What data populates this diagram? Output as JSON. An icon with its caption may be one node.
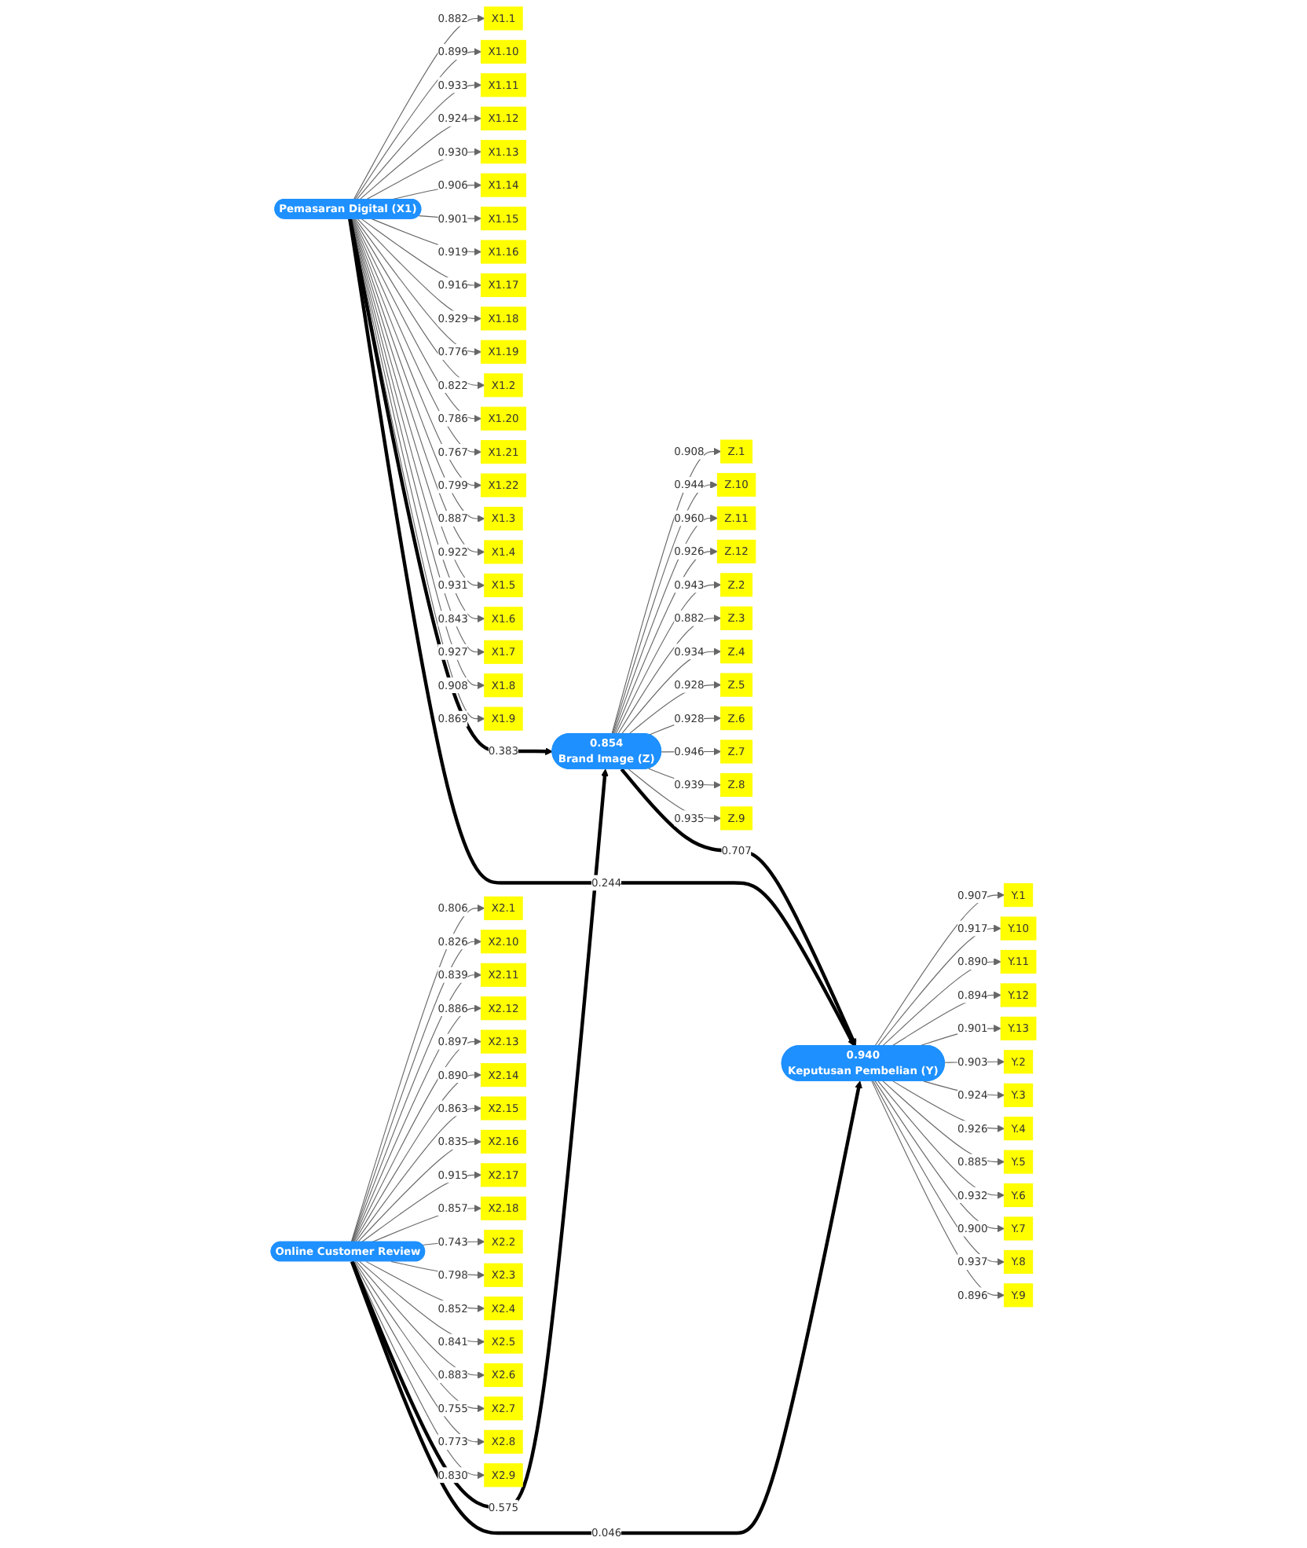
{
  "diagram": {
    "nodes": [
      {
        "text": [
          "Pemasaran Digital (X1)"
        ]
      },
      {
        "text": [
          "X1.1"
        ]
      },
      {
        "text": [
          "X1.10"
        ]
      },
      {
        "text": [
          "X1.11"
        ]
      },
      {
        "text": [
          "X1.12"
        ]
      },
      {
        "text": [
          "X1.13"
        ]
      },
      {
        "text": [
          "X1.14"
        ]
      },
      {
        "text": [
          "X1.15"
        ]
      },
      {
        "text": [
          "X1.16"
        ]
      },
      {
        "text": [
          "X1.17"
        ]
      },
      {
        "text": [
          "X1.18"
        ]
      },
      {
        "text": [
          "X1.19"
        ]
      },
      {
        "text": [
          "X1.2"
        ]
      },
      {
        "text": [
          "X1.20"
        ]
      },
      {
        "text": [
          "X1.21"
        ]
      },
      {
        "text": [
          "X1.22"
        ]
      },
      {
        "text": [
          "X1.3"
        ]
      },
      {
        "text": [
          "X1.4"
        ]
      },
      {
        "text": [
          "X1.5"
        ]
      },
      {
        "text": [
          "X1.6"
        ]
      },
      {
        "text": [
          "X1.7"
        ]
      },
      {
        "text": [
          "X1.8"
        ]
      },
      {
        "text": [
          "X1.9"
        ]
      },
      {
        "text": [
          "Online Customer Review"
        ]
      },
      {
        "text": [
          "X2.1"
        ]
      },
      {
        "text": [
          "X2.10"
        ]
      },
      {
        "text": [
          "X2.11"
        ]
      },
      {
        "text": [
          "X2.12"
        ]
      },
      {
        "text": [
          "X2.13"
        ]
      },
      {
        "text": [
          "X2.14"
        ]
      },
      {
        "text": [
          "X2.15"
        ]
      },
      {
        "text": [
          "X2.16"
        ]
      },
      {
        "text": [
          "X2.17"
        ]
      },
      {
        "text": [
          "X2.18"
        ]
      },
      {
        "text": [
          "X2.2"
        ]
      },
      {
        "text": [
          "X2.3"
        ]
      },
      {
        "text": [
          "X2.4"
        ]
      },
      {
        "text": [
          "X2.5"
        ]
      },
      {
        "text": [
          "X2.6"
        ]
      },
      {
        "text": [
          "X2.7"
        ]
      },
      {
        "text": [
          "X2.8"
        ]
      },
      {
        "text": [
          "X2.9"
        ]
      },
      {
        "text": [
          "0.854",
          "Brand Image (Z)"
        ]
      },
      {
        "text": [
          "Z.1"
        ]
      },
      {
        "text": [
          "Z.10"
        ]
      },
      {
        "text": [
          "Z.11"
        ]
      },
      {
        "text": [
          "Z.12"
        ]
      },
      {
        "text": [
          "Z.2"
        ]
      },
      {
        "text": [
          "Z.3"
        ]
      },
      {
        "text": [
          "Z.4"
        ]
      },
      {
        "text": [
          "Z.5"
        ]
      },
      {
        "text": [
          "Z.6"
        ]
      },
      {
        "text": [
          "Z.7"
        ]
      },
      {
        "text": [
          "Z.8"
        ]
      },
      {
        "text": [
          "Z.9"
        ]
      },
      {
        "text": [
          "0.940",
          "Keputusan Pembelian (Y)"
        ]
      },
      {
        "text": [
          "Y.1"
        ]
      },
      {
        "text": [
          "Y.10"
        ]
      },
      {
        "text": [
          "Y.11"
        ]
      },
      {
        "text": [
          "Y.12"
        ]
      },
      {
        "text": [
          "Y.13"
        ]
      },
      {
        "text": [
          "Y.2"
        ]
      },
      {
        "text": [
          "Y.3"
        ]
      },
      {
        "text": [
          "Y.4"
        ]
      },
      {
        "text": [
          "Y.5"
        ]
      },
      {
        "text": [
          "Y.6"
        ]
      },
      {
        "text": [
          "Y.7"
        ]
      },
      {
        "text": [
          "Y.8"
        ]
      },
      {
        "text": [
          "Y.9"
        ]
      }
    ],
    "edges": [
      {
        "from": 0,
        "to": 1,
        "arrow": "to",
        "label": "0.882"
      },
      {
        "from": 0,
        "to": 2,
        "arrow": "to",
        "label": "0.899"
      },
      {
        "from": 0,
        "to": 3,
        "arrow": "to",
        "label": "0.933"
      },
      {
        "from": 0,
        "to": 4,
        "arrow": "to",
        "label": "0.924"
      },
      {
        "from": 0,
        "to": 5,
        "arrow": "to",
        "label": "0.930"
      },
      {
        "from": 0,
        "to": 6,
        "arrow": "to",
        "label": "0.906"
      },
      {
        "from": 0,
        "to": 7,
        "arrow": "to",
        "label": "0.901"
      },
      {
        "from": 0,
        "to": 8,
        "arrow": "to",
        "label": "0.919"
      },
      {
        "from": 0,
        "to": 9,
        "arrow": "to",
        "label": "0.916"
      },
      {
        "from": 0,
        "to": 10,
        "arrow": "to",
        "label": "0.929"
      },
      {
        "from": 0,
        "to": 11,
        "arrow": "to",
        "label": "0.776"
      },
      {
        "from": 0,
        "to": 12,
        "arrow": "to",
        "label": "0.822"
      },
      {
        "from": 0,
        "to": 13,
        "arrow": "to",
        "label": "0.786"
      },
      {
        "from": 0,
        "to": 14,
        "arrow": "to",
        "label": "0.767"
      },
      {
        "from": 0,
        "to": 15,
        "arrow": "to",
        "label": "0.799"
      },
      {
        "from": 0,
        "to": 16,
        "arrow": "to",
        "label": "0.887"
      },
      {
        "from": 0,
        "to": 17,
        "arrow": "to",
        "label": "0.922"
      },
      {
        "from": 0,
        "to": 18,
        "arrow": "to",
        "label": "0.931"
      },
      {
        "from": 0,
        "to": 19,
        "arrow": "to",
        "label": "0.843"
      },
      {
        "from": 0,
        "to": 20,
        "arrow": "to",
        "label": "0.927"
      },
      {
        "from": 0,
        "to": 21,
        "arrow": "to",
        "label": "0.908"
      },
      {
        "from": 0,
        "to": 22,
        "arrow": "to",
        "label": "0.869"
      },
      {
        "from": 23,
        "to": 24,
        "arrow": "to",
        "label": "0.806"
      },
      {
        "from": 23,
        "to": 25,
        "arrow": "to",
        "label": "0.826"
      },
      {
        "from": 23,
        "to": 26,
        "arrow": "to",
        "label": "0.839"
      },
      {
        "from": 23,
        "to": 27,
        "arrow": "to",
        "label": "0.886"
      },
      {
        "from": 23,
        "to": 28,
        "arrow": "to",
        "label": "0.897"
      },
      {
        "from": 23,
        "to": 29,
        "arrow": "to",
        "label": "0.890"
      },
      {
        "from": 23,
        "to": 30,
        "arrow": "to",
        "label": "0.863"
      },
      {
        "from": 23,
        "to": 31,
        "arrow": "to",
        "label": "0.835"
      },
      {
        "from": 23,
        "to": 32,
        "arrow": "to",
        "label": "0.915"
      },
      {
        "from": 23,
        "to": 33,
        "arrow": "to",
        "label": "0.857"
      },
      {
        "from": 23,
        "to": 34,
        "arrow": "to",
        "label": "0.743"
      },
      {
        "from": 23,
        "to": 35,
        "arrow": "to",
        "label": "0.798"
      },
      {
        "from": 23,
        "to": 36,
        "arrow": "to",
        "label": "0.852"
      },
      {
        "from": 23,
        "to": 37,
        "arrow": "to",
        "label": "0.841"
      },
      {
        "from": 23,
        "to": 38,
        "arrow": "to",
        "label": "0.883"
      },
      {
        "from": 23,
        "to": 39,
        "arrow": "to",
        "label": "0.755"
      },
      {
        "from": 23,
        "to": 40,
        "arrow": "to",
        "label": "0.773"
      },
      {
        "from": 23,
        "to": 41,
        "arrow": "to",
        "label": "0.830"
      },
      {
        "from": 42,
        "to": 43,
        "arrow": "to",
        "label": "0.908"
      },
      {
        "from": 42,
        "to": 44,
        "arrow": "to",
        "label": "0.944"
      },
      {
        "from": 42,
        "to": 45,
        "arrow": "to",
        "label": "0.960"
      },
      {
        "from": 42,
        "to": 46,
        "arrow": "to",
        "label": "0.926"
      },
      {
        "from": 42,
        "to": 47,
        "arrow": "to",
        "label": "0.943"
      },
      {
        "from": 42,
        "to": 48,
        "arrow": "to",
        "label": "0.882"
      },
      {
        "from": 42,
        "to": 49,
        "arrow": "to",
        "label": "0.934"
      },
      {
        "from": 42,
        "to": 50,
        "arrow": "to",
        "label": "0.928"
      },
      {
        "from": 42,
        "to": 51,
        "arrow": "to",
        "label": "0.928"
      },
      {
        "from": 42,
        "to": 52,
        "arrow": "to",
        "label": "0.946"
      },
      {
        "from": 42,
        "to": 53,
        "arrow": "to",
        "label": "0.939"
      },
      {
        "from": 42,
        "to": 54,
        "arrow": "to",
        "label": "0.935"
      },
      {
        "from": 55,
        "to": 56,
        "arrow": "to",
        "label": "0.907"
      },
      {
        "from": 55,
        "to": 57,
        "arrow": "to",
        "label": "0.917"
      },
      {
        "from": 55,
        "to": 58,
        "arrow": "to",
        "label": "0.890"
      },
      {
        "from": 55,
        "to": 59,
        "arrow": "to",
        "label": "0.894"
      },
      {
        "from": 55,
        "to": 60,
        "arrow": "to",
        "label": "0.901"
      },
      {
        "from": 55,
        "to": 61,
        "arrow": "to",
        "label": "0.903"
      },
      {
        "from": 55,
        "to": 62,
        "arrow": "to",
        "label": "0.924"
      },
      {
        "from": 55,
        "to": 63,
        "arrow": "to",
        "label": "0.926"
      },
      {
        "from": 55,
        "to": 64,
        "arrow": "to",
        "label": "0.885"
      },
      {
        "from": 55,
        "to": 65,
        "arrow": "to",
        "label": "0.932"
      },
      {
        "from": 55,
        "to": 66,
        "arrow": "to",
        "label": "0.900"
      },
      {
        "from": 55,
        "to": 67,
        "arrow": "to",
        "label": "0.937"
      },
      {
        "from": 55,
        "to": 68,
        "arrow": "to",
        "label": "0.896"
      },
      {
        "from": 0,
        "to": 42,
        "arrow": "to",
        "label": "0.383",
        "style": "thick",
        "color": "#000000"
      },
      {
        "from": 0,
        "to": 55,
        "arrow": "to",
        "label": "0.244",
        "style": "thick",
        "color": "#000000"
      },
      {
        "from": 23,
        "to": 42,
        "arrow": "to",
        "label": "0.575",
        "style": "thick",
        "color": "#000000"
      },
      {
        "from": 23,
        "to": 55,
        "arrow": "to",
        "label": "0.046",
        "style": "thick",
        "color": "#000000"
      },
      {
        "from": 42,
        "to": 55,
        "arrow": "to",
        "label": "0.707",
        "style": "thick",
        "color": "#000000"
      }
    ]
  }
}
